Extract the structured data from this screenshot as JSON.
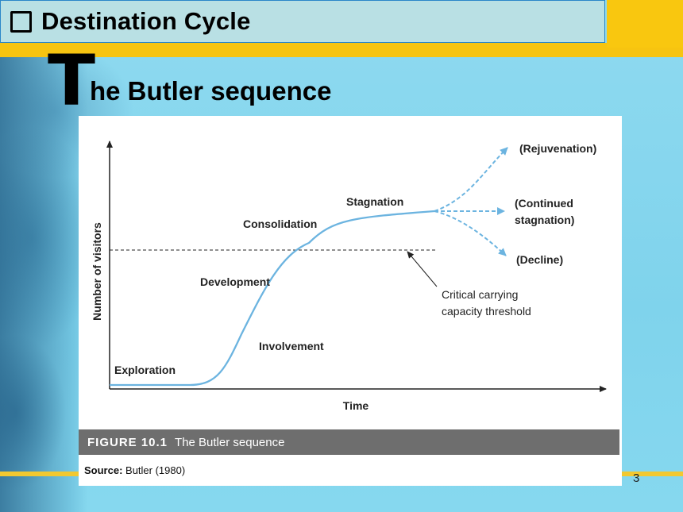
{
  "header": {
    "title": "Destination Cycle"
  },
  "subtitle": {
    "big_letter": "T",
    "rest": "he Butler sequence"
  },
  "diagram": {
    "y_axis_label": "Number of visitors",
    "x_axis_label": "Time",
    "stages": {
      "exploration": "Exploration",
      "involvement": "Involvement",
      "development": "Development",
      "consolidation": "Consolidation",
      "stagnation": "Stagnation"
    },
    "outcomes": {
      "rejuvenation": "(Rejuvenation)",
      "continued_line1": "(Continued",
      "continued_line2": "stagnation)",
      "decline": "(Decline)"
    },
    "threshold_line1": "Critical carrying",
    "threshold_line2": "capacity threshold"
  },
  "caption": {
    "figure_number": "FIGURE 10.1",
    "text": "The Butler sequence"
  },
  "source": {
    "label": "Source:",
    "text": "Butler (1980)"
  },
  "slide_number": "3",
  "colors": {
    "curve": "#6cb4e0",
    "caption_bg": "#6e6e6e",
    "gold": "#f7c410"
  }
}
